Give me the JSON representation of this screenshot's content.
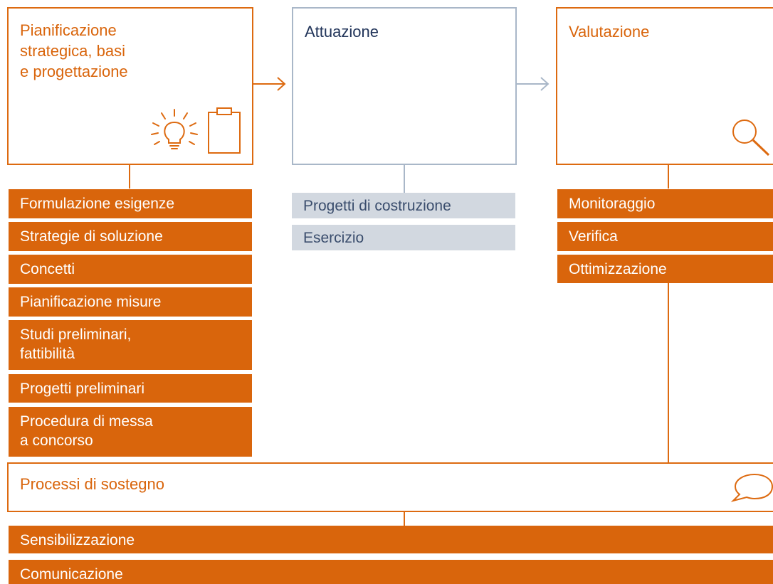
{
  "planning": {
    "title": "Pianificazione\nstrategica, basi\ne progettazione",
    "items": [
      "Formulazione esigenze",
      "Strategie di soluzione",
      "Concetti",
      "Pianificazione misure",
      "Studi preliminari,\nfattibilità",
      "Progetti preliminari",
      "Procedura di messa\na concorso"
    ]
  },
  "implementation": {
    "title": "Attuazione",
    "items": [
      "Progetti di costruzione",
      "Esercizio"
    ]
  },
  "evaluation": {
    "title": "Valutazione",
    "items": [
      "Monitoraggio",
      "Verifica",
      "Ottimizzazione"
    ]
  },
  "support": {
    "title": "Processi di sostegno",
    "items": [
      "Sensibilizzazione",
      "Comunicazione"
    ]
  },
  "icons": {
    "planning": [
      "lightbulb-icon",
      "clipboard-icon"
    ],
    "evaluation": "magnifier-icon",
    "support": "speech-bubble-icon"
  },
  "colors": {
    "accent": "#d9650c",
    "accent_line": "#dd6a10",
    "navy": "#22355a",
    "gray_line": "#a9b7c8",
    "gray_fill": "#d2d8e0"
  }
}
